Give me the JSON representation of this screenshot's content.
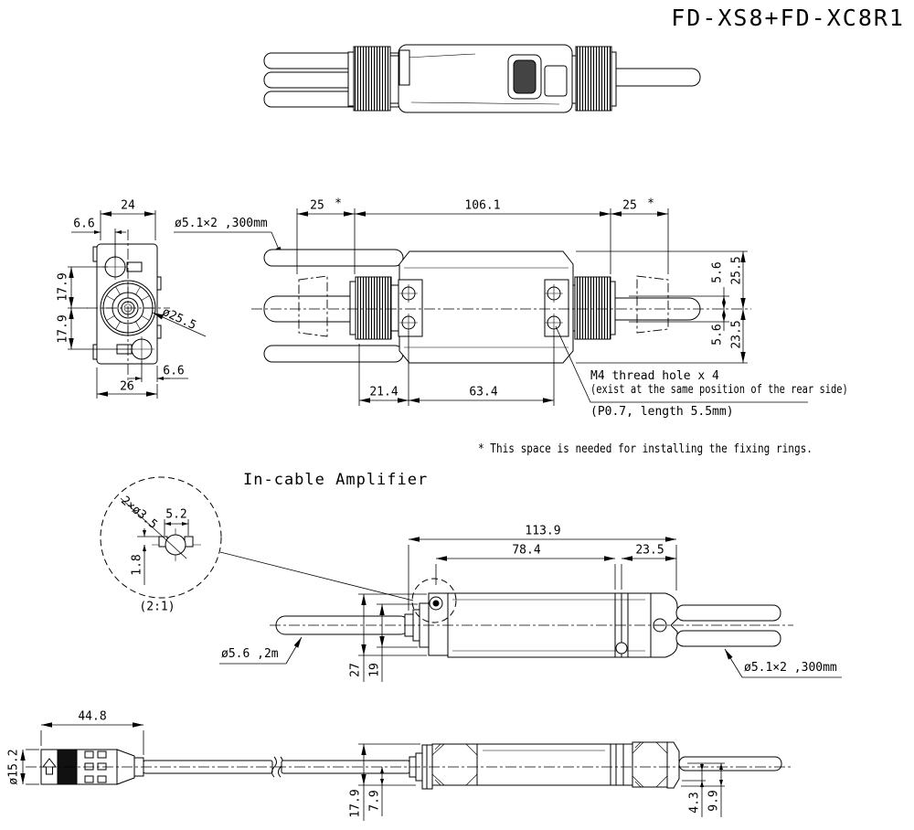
{
  "title": "FD-XS8+FD-XC8R1",
  "section_label": "In-cable Amplifier",
  "notes": {
    "fixing_rings": "* This space is needed for installing the fixing rings.",
    "m4_line1": "M4 thread hole x 4",
    "m4_line2": "(exist at the same position of the rear side)",
    "m4_line3": "(P0.7, length 5.5mm)"
  },
  "sensor_head": {
    "cable_label": "ø5.1×2 ,300mm",
    "end_view": {
      "width_top": "24",
      "screw_offset_top": "6.6",
      "center_to_screw_upper": "17.9",
      "center_to_screw_lower": "17.9",
      "screw_offset_bottom": "6.6",
      "width_bottom": "26",
      "nut_diameter": "ø25.5"
    },
    "side_view": {
      "space_left": "25",
      "space_left_star": "*",
      "body_length": "106.1",
      "space_right": "25",
      "space_right_star": "*",
      "hole_offset": "21.4",
      "hole_pitch": "63.4",
      "center_to_tube_top": "5.6",
      "top_to_center": "25.5",
      "center_to_tube_bottom": "5.6",
      "center_to_bottom": "23.5"
    }
  },
  "amplifier": {
    "detail": {
      "hole_callout": "2×ø3.5",
      "slot_width": "5.2",
      "slot_height": "1.8",
      "scale": "(2:1)"
    },
    "top_view": {
      "total_length": "113.9",
      "hole_to_clamp": "78.4",
      "clamp_to_end": "23.5",
      "body_width": "27",
      "flange_width": "19",
      "cable_left_label": "ø5.6 ,2m",
      "cable_right_label": "ø5.1×2 ,300mm"
    },
    "side_view": {
      "connector_length": "44.8",
      "connector_diameter": "ø15.2",
      "body_height": "17.9",
      "center_to_bottom": "7.9",
      "cable_offset_a": "4.3",
      "cable_offset_b": "9.9"
    }
  }
}
